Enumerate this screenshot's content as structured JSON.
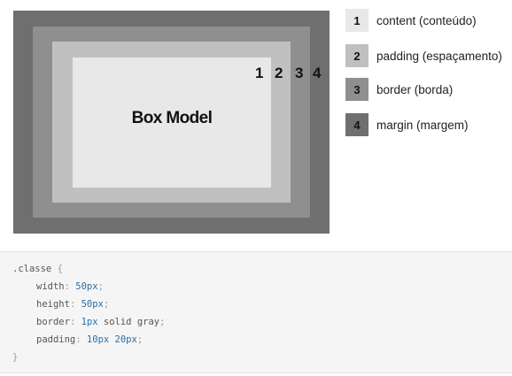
{
  "diagram": {
    "title": "Box Model",
    "layer_numbers": [
      "1",
      "2",
      "3",
      "4"
    ],
    "colors": {
      "content": "#e8e8e8",
      "padding": "#c0c0c0",
      "border": "#8f8f8f",
      "margin": "#6f6f6f"
    }
  },
  "legend": [
    {
      "num": "1",
      "label": "content (conteúdo)",
      "color": "#e8e8e8"
    },
    {
      "num": "2",
      "label": "padding (espaçamento)",
      "color": "#c0c0c0"
    },
    {
      "num": "3",
      "label": "border (borda)",
      "color": "#8f8f8f"
    },
    {
      "num": "4",
      "label": "margin (margem)",
      "color": "#6f6f6f"
    }
  ],
  "code": {
    "selector": ".classe",
    "open_brace": "{",
    "close_brace": "}",
    "declarations": [
      {
        "prop": "width",
        "value": "50px"
      },
      {
        "prop": "height",
        "value": "50px"
      },
      {
        "prop": "border",
        "value_num": "1px",
        "value_rest": " solid gray"
      },
      {
        "prop": "padding",
        "value": "10px 20px"
      }
    ]
  }
}
